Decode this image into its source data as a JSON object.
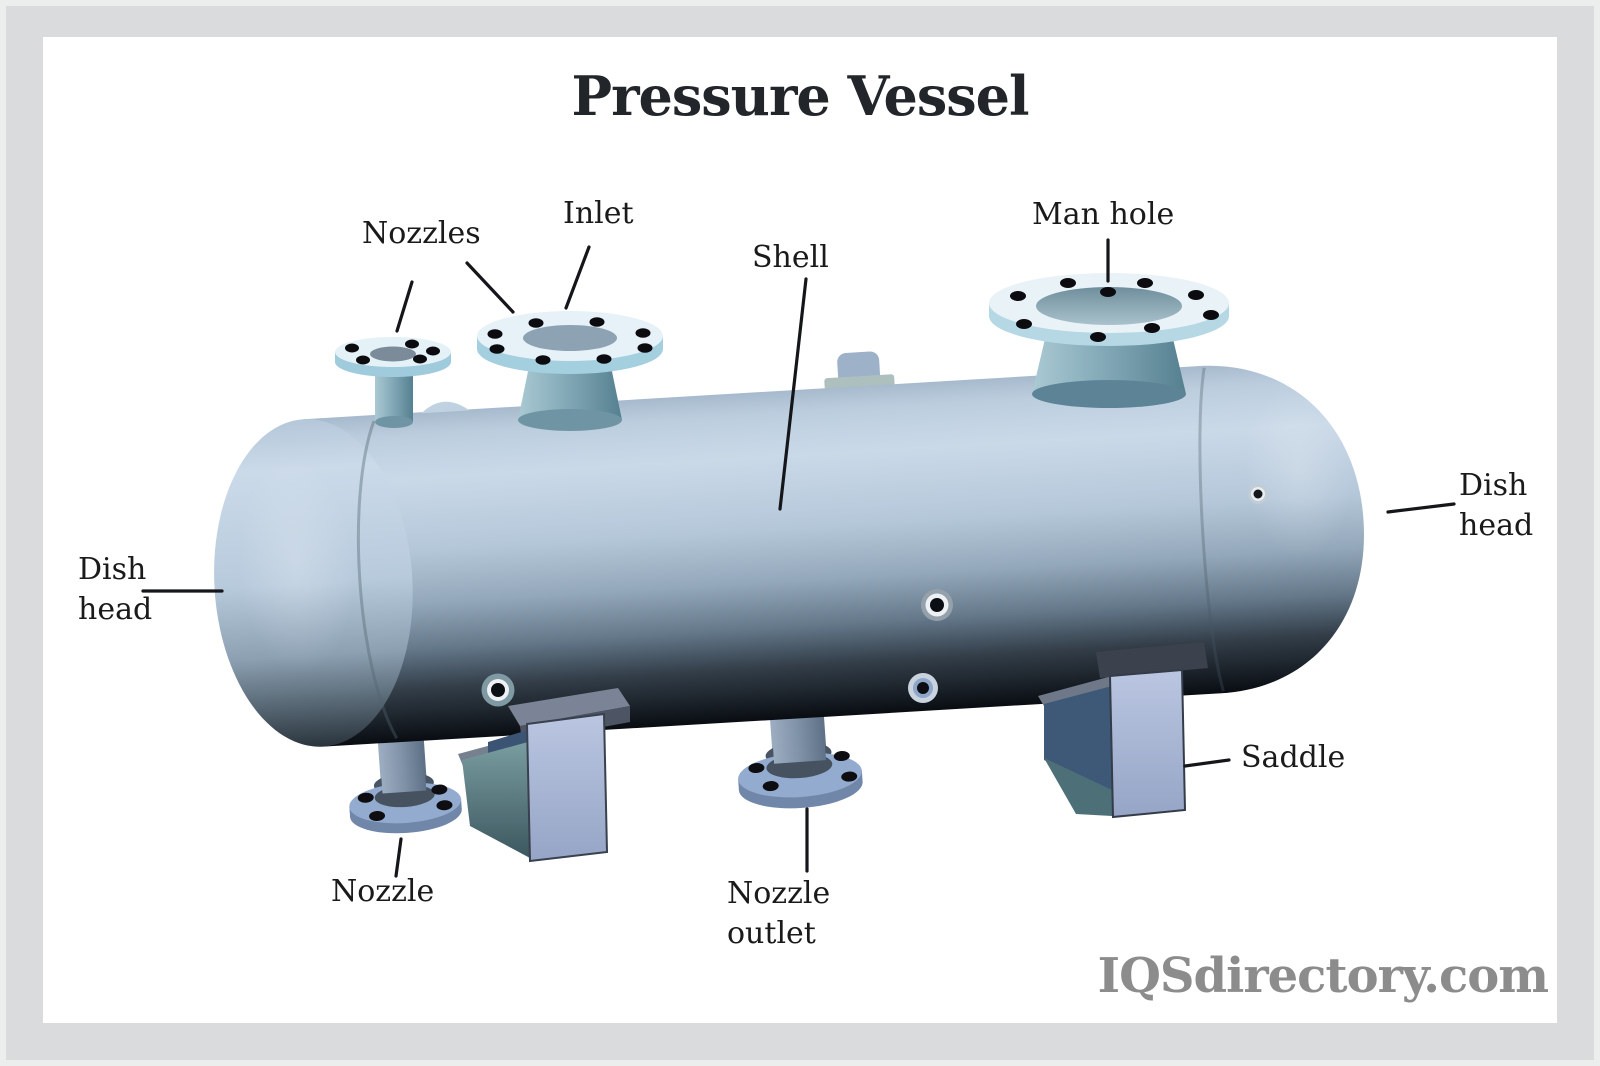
{
  "title": "Pressure Vessel",
  "watermark": "IQSdirectory.com",
  "labels": {
    "nozzles": "Nozzles",
    "inlet": "Inlet",
    "shell": "Shell",
    "man_hole": "Man hole",
    "dish_head_left": {
      "line1": "Dish",
      "line2": "head"
    },
    "dish_head_right": {
      "line1": "Dish",
      "line2": "head"
    },
    "saddle": "Saddle",
    "nozzle": "Nozzle",
    "nozzle_outlet": {
      "line1": "Nozzle",
      "line2": "outlet"
    }
  },
  "colors": {
    "frame_gray": "#d9dbdd",
    "canvas_white": "#ffffff",
    "title_text": "#22262b",
    "label_text": "#1a1a1a",
    "leader_line": "#15161a",
    "watermark_gray": "#8c8c8c",
    "shell_top_light": "#cad9e8",
    "shell_bottom_dark": "#090d12",
    "flange_face": "#e7f3f8",
    "flange_side": "#a3cfdf",
    "nozzle_stem_teal": "#84aab8",
    "bottom_flange_blue": "#93abce",
    "saddle_front": "#aebcd8",
    "saddle_navy": "#3e5878",
    "saddle_teal": "#4d7078"
  }
}
